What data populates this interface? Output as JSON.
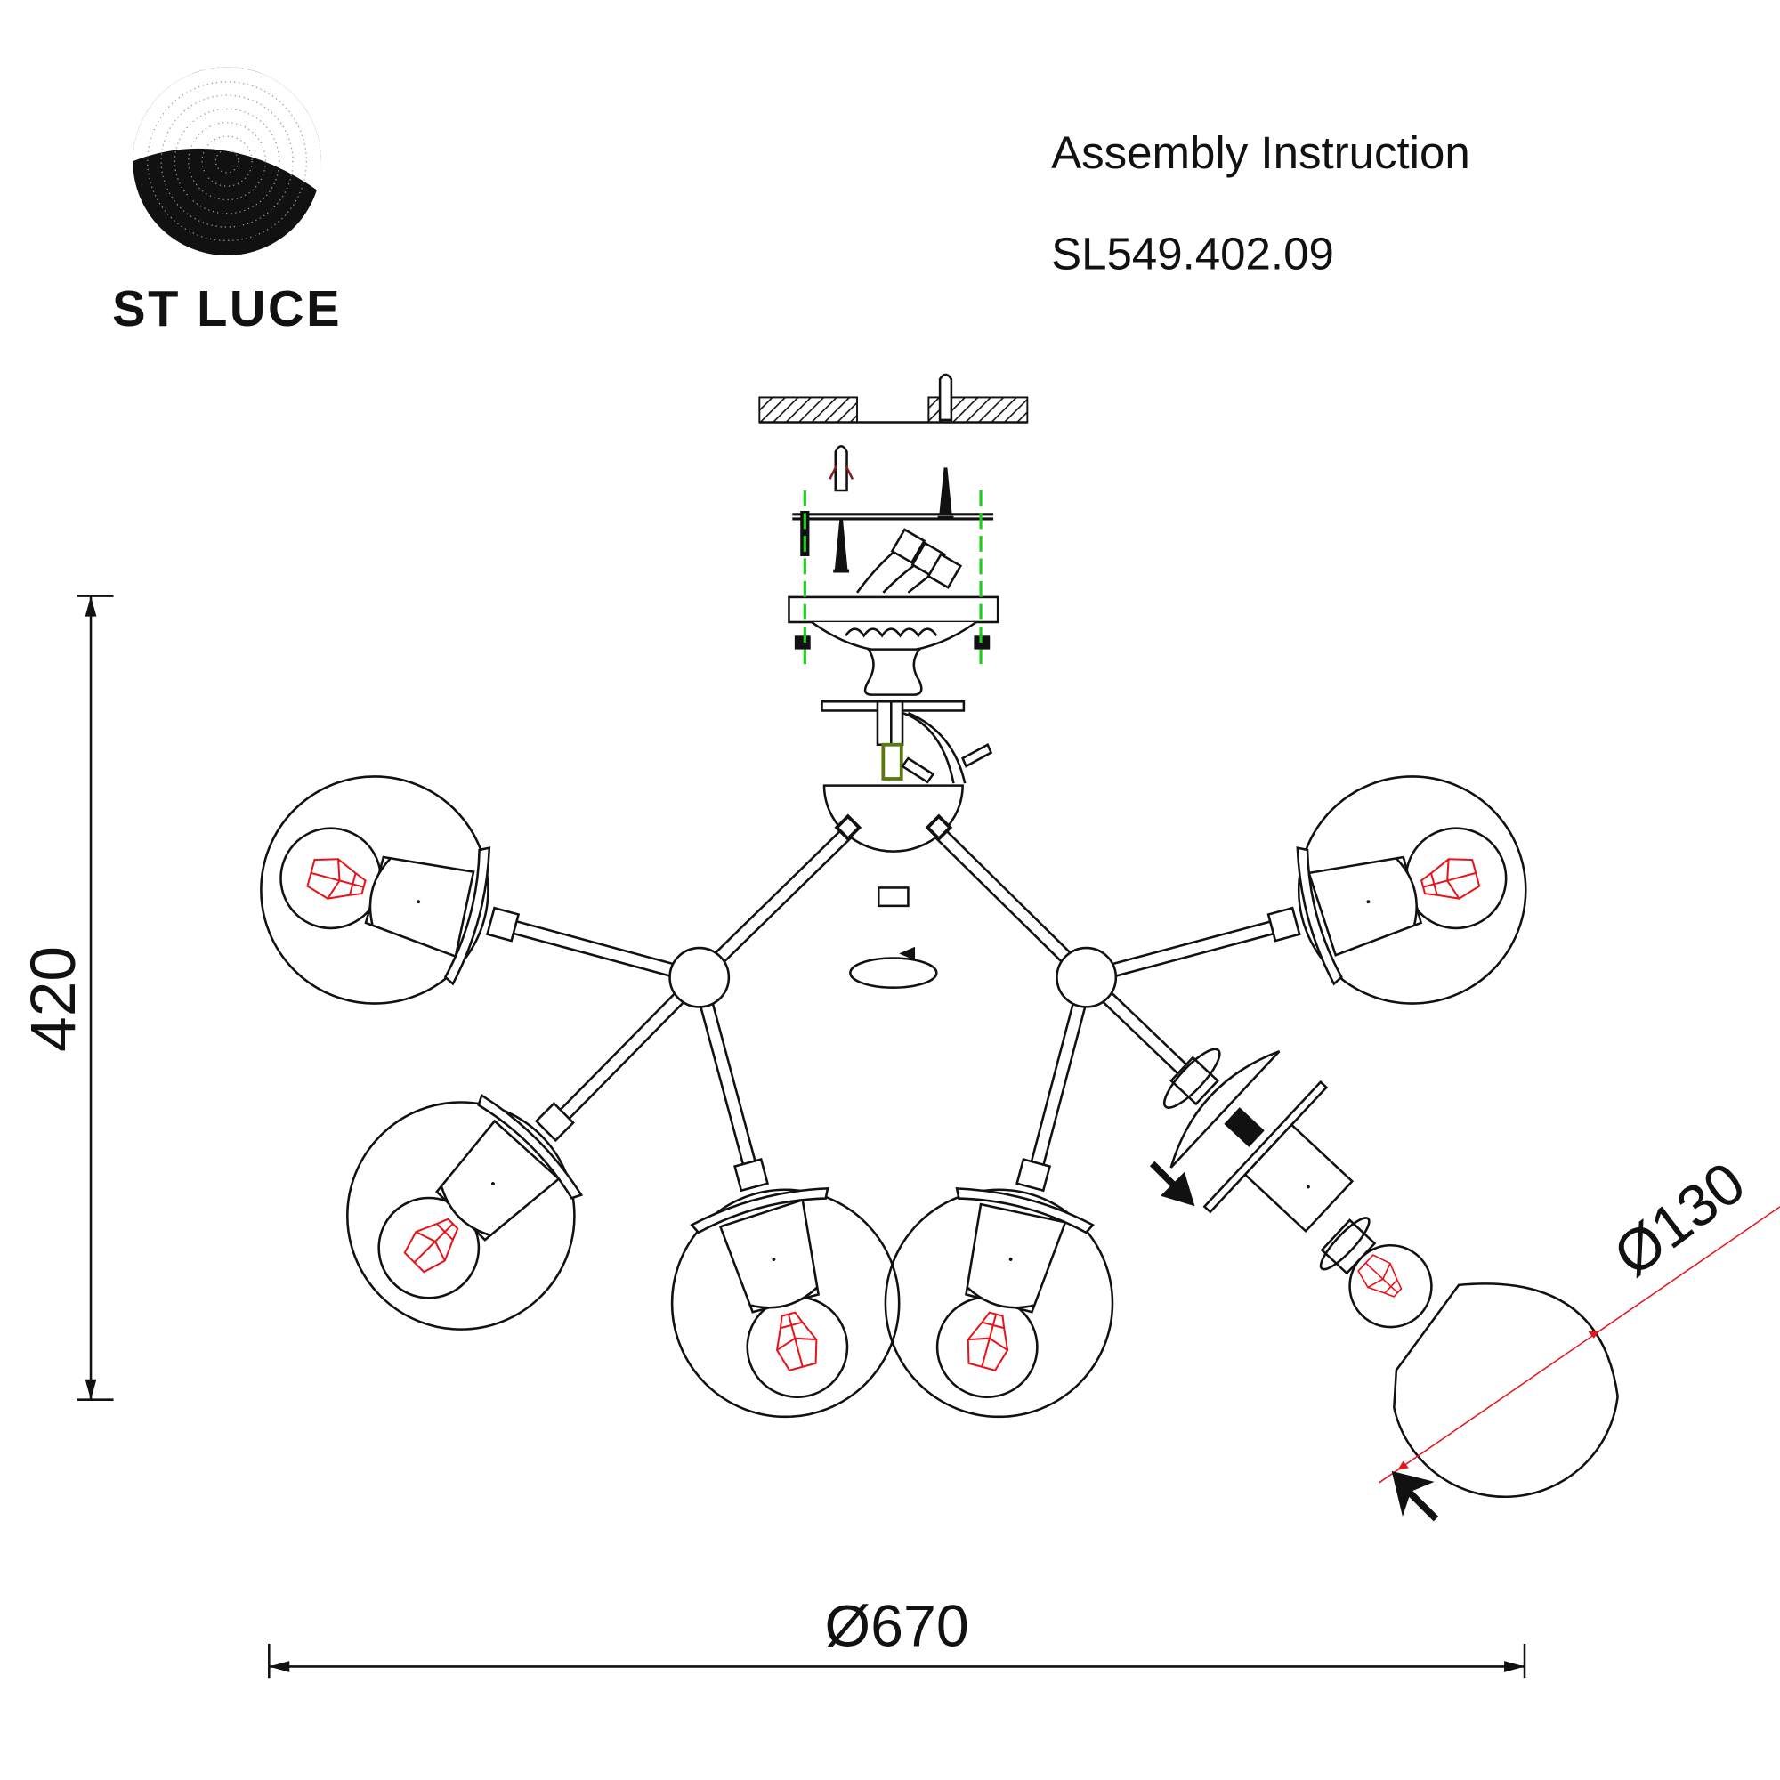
{
  "brand": {
    "name": "ST LUCE"
  },
  "header": {
    "title": "Assembly Instruction",
    "model": "SL549.402.09"
  },
  "dimensions": {
    "height": "420",
    "diameter": "Ø670",
    "globe_diameter": "Ø130"
  },
  "colors": {
    "line": "#111111",
    "filament": "#e8141b",
    "guide": "#22cc22",
    "dimension": "#e8141b"
  }
}
